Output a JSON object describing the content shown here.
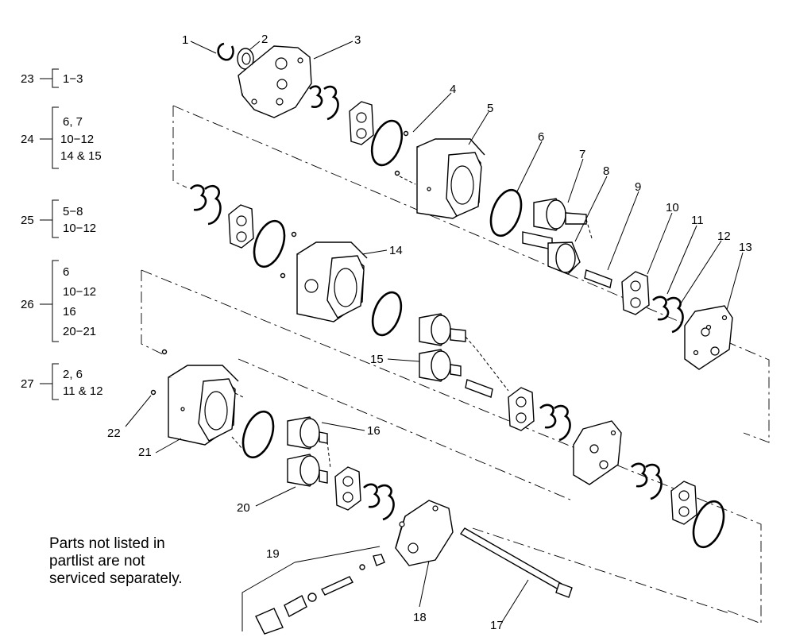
{
  "note": {
    "lines": [
      "Parts not listed in",
      "partlist are not",
      "serviced separately."
    ]
  },
  "kits": [
    {
      "id": "23",
      "lines": [
        "1−3"
      ]
    },
    {
      "id": "24",
      "lines": [
        "6, 7",
        "10−12",
        "14 & 15"
      ]
    },
    {
      "id": "25",
      "lines": [
        "5−8",
        "10−12"
      ]
    },
    {
      "id": "26",
      "lines": [
        "6",
        "10−12",
        "16",
        "20−21"
      ]
    },
    {
      "id": "27",
      "lines": [
        "2, 6",
        "11 & 12"
      ]
    }
  ],
  "callouts": [
    "1",
    "2",
    "3",
    "4",
    "5",
    "6",
    "7",
    "8",
    "9",
    "10",
    "11",
    "12",
    "13",
    "14",
    "15",
    "16",
    "17",
    "18",
    "19",
    "20",
    "21",
    "22"
  ]
}
